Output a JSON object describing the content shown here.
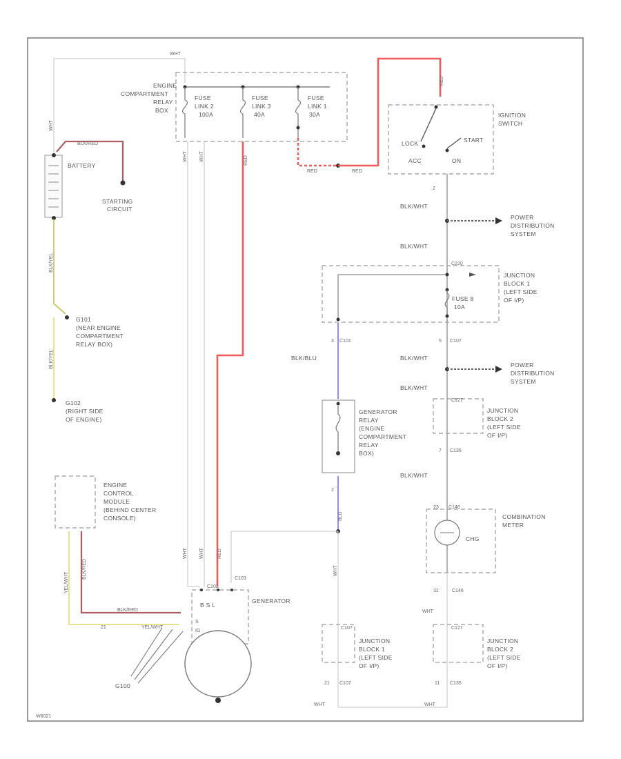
{
  "labels": {
    "engine_compartment_relay_box": [
      "ENGINE",
      "COMPARTMENT",
      "RELAY",
      "BOX"
    ],
    "fuse_link_2": [
      "FUSE",
      "LINK 2",
      "100A"
    ],
    "fuse_link_3": [
      "FUSE",
      "LINK 3",
      "40A"
    ],
    "fuse_link_1": [
      "FUSE",
      "LINK 1",
      "30A"
    ],
    "ignition_switch": [
      "IGNITION",
      "SWITCH"
    ],
    "lock": "LOCK",
    "start": "START",
    "acc": "ACC",
    "on": "ON",
    "battery": "BATTERY",
    "starting_circuit": [
      "STARTING",
      "CIRCUIT"
    ],
    "g101": [
      "G101",
      "(NEAR ENGINE",
      "COMPARTMENT",
      "RELAY BOX)"
    ],
    "g102": [
      "G102",
      "(RIGHT SIDE",
      "OF ENGINE)"
    ],
    "ecm": [
      "ENGINE",
      "CONTROL",
      "MODULE",
      "(BEHIND CENTER",
      "CONSOLE)"
    ],
    "generator": "GENERATOR",
    "generator_terminals": "B  S  L",
    "power_dist_1": [
      "POWER",
      "DISTRIBUTION",
      "SYSTEM"
    ],
    "power_dist_2": [
      "POWER",
      "DISTRIBUTION",
      "SYSTEM"
    ],
    "junction_block_1_top": [
      "JUNCTION",
      "BLOCK 1",
      "(LEFT SIDE",
      "OF I/P)"
    ],
    "fuse_8": [
      "FUSE 8",
      "10A"
    ],
    "junction_block_2_top": [
      "JUNCTION",
      "BLOCK 2",
      "(LEFT SIDE",
      "OF I/P)"
    ],
    "generator_relay": [
      "GENERATOR",
      "RELAY",
      "(ENGINE",
      "COMPARTMENT",
      "RELAY",
      "BOX)"
    ],
    "combination_meter": [
      "COMBINATION",
      "METER"
    ],
    "chg": "CHG",
    "junction_block_1_bot": [
      "JUNCTION",
      "BLOCK 1",
      "(LEFT SIDE",
      "OF I/P)"
    ],
    "junction_block_2_bot": [
      "JUNCTION",
      "BLOCK 2",
      "(LEFT SIDE",
      "OF I/P)"
    ],
    "g100": "G100",
    "figure_id": "W6021"
  },
  "wires": {
    "wht_top": "WHT",
    "blk_red": "BLK/RED",
    "blk_yel_1": "BLK/YEL",
    "blk_yel_2": "BLK/YEL",
    "red_1": "RED",
    "red_2": "RED",
    "red_ign": "RED",
    "blk_wht_1": "BLK/WHT",
    "blk_wht_2": "BLK/WHT",
    "blk_wht_3": "BLK/WHT",
    "blk_wht_4": "BLK/WHT",
    "blk_wht_5": "BLK/WHT",
    "blu_blu": "BLK/BLU",
    "blu_2": "BLU",
    "wht_1": "WHT",
    "wht_2": "WHT",
    "wht_3": "WHT",
    "yel_wht": "YEL/WHT",
    "blk_red_ecm": "BLK/RED",
    "c101": "C101",
    "c102": "C102",
    "c103": "C103",
    "c107": "C107",
    "c127": "C127",
    "c135": "C135",
    "c146": "C146",
    "c220": "C220",
    "c2_label": "2",
    "pin_3": "3",
    "pin_5": "5",
    "pin_7": "7",
    "pin_2": "2",
    "pin_32": "32",
    "pin_21": "21",
    "pin_11": "11",
    "pin_23": "23"
  }
}
